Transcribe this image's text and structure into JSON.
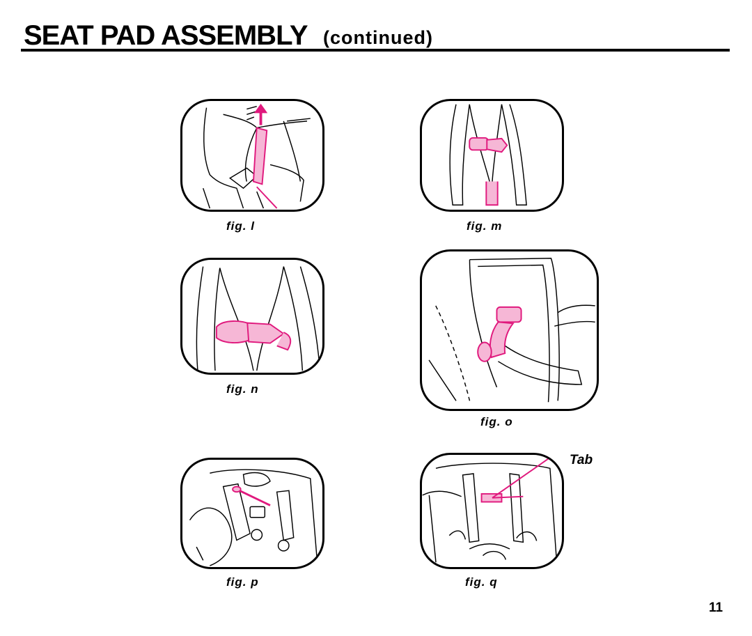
{
  "header": {
    "title": "SEAT PAD ASSEMBLY",
    "subtitle": "(continued)"
  },
  "figures": {
    "l": {
      "caption": "fig. l"
    },
    "m": {
      "caption": "fig. m"
    },
    "n": {
      "caption": "fig. n"
    },
    "o": {
      "caption": "fig. o"
    },
    "p": {
      "caption": "fig. p"
    },
    "q": {
      "caption": "fig. q",
      "callout": "Tab"
    }
  },
  "page": {
    "number": "11"
  },
  "colors": {
    "accent": "#e0197d",
    "accent_fill": "#f6b7d6",
    "ink": "#000000"
  }
}
